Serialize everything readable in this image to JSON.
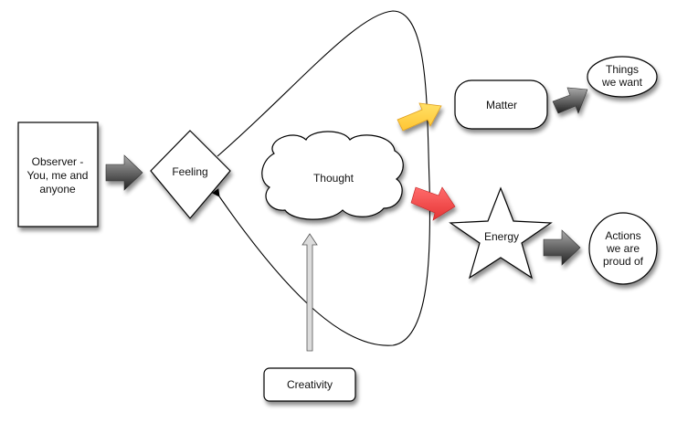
{
  "diagram": {
    "observer": {
      "lines": [
        "Observer -",
        "You, me and",
        "anyone"
      ]
    },
    "feeling": {
      "label": "Feeling"
    },
    "thought": {
      "label": "Thought"
    },
    "creativity": {
      "label": "Creativity"
    },
    "matter": {
      "label": "Matter"
    },
    "things": {
      "lines": [
        "Things",
        "we want"
      ]
    },
    "energy": {
      "label": "Energy"
    },
    "actions": {
      "lines": [
        "Actions",
        "we are",
        "proud of"
      ]
    }
  },
  "colors": {
    "yellow_arrow": "#ffd34d",
    "red_arrow": "#f04a4a",
    "gray_arrow": "#555555",
    "outline": "#000000"
  }
}
